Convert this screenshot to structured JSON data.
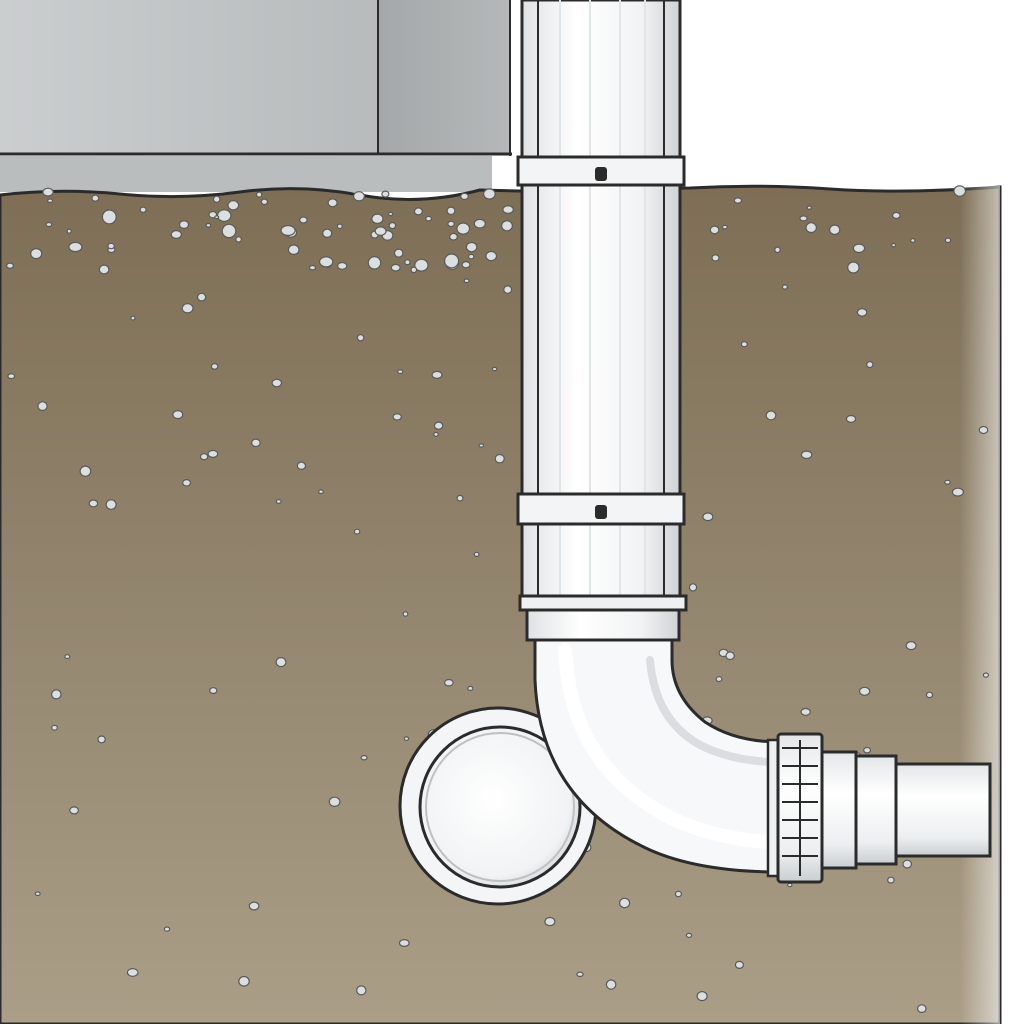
{
  "diagram": {
    "subject": "downspout-to-underground-drain-connection",
    "labels": [],
    "colors": {
      "sky": "#ffffff",
      "soil_top": "#7d6e55",
      "soil_bottom": "#aa9e87",
      "foundation_light": "#c7cacb",
      "foundation_dark": "#a7abac",
      "footing": "#b9bdbe",
      "pipe_light": "#ffffff",
      "pipe_shade": "#d6dadc",
      "outline": "#2b2b2b",
      "gravel": "#d9dcdd"
    },
    "parts": [
      {
        "id": "foundation-wall",
        "interactable": false
      },
      {
        "id": "downspout",
        "interactable": false
      },
      {
        "id": "pipe-strap",
        "count": 2,
        "interactable": false
      },
      {
        "id": "downspout-adapter",
        "interactable": false
      },
      {
        "id": "elbow-fitting",
        "interactable": false
      },
      {
        "id": "threaded-coupling",
        "interactable": false
      },
      {
        "id": "drain-pipe",
        "interactable": false
      },
      {
        "id": "cleanout-cap",
        "interactable": false
      },
      {
        "id": "soil-gravel",
        "interactable": false
      }
    ]
  }
}
